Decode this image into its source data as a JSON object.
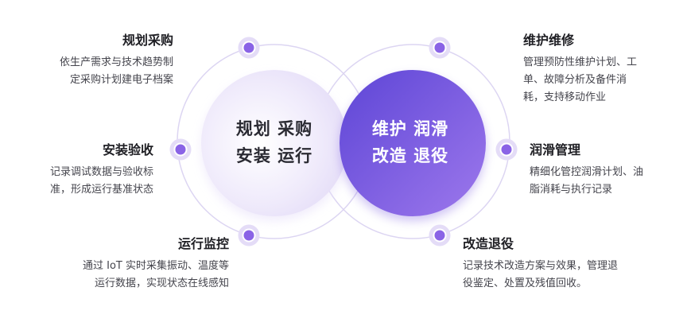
{
  "center": {
    "left_line1": "规划 采购",
    "left_line2": "安装 运行",
    "right_line1": "维护 润滑",
    "right_line2": "改造 退役"
  },
  "stages": [
    {
      "title": "规划采购",
      "desc_line1": "依生产需求与技术趋势制",
      "desc_line2": "定采购计划建电子档案"
    },
    {
      "title": "安装验收",
      "desc_line1": "记录调试数据与验收标",
      "desc_line2": "准，形成运行基准状态"
    },
    {
      "title": "运行监控",
      "desc_line1": "通过 IoT 实时采集振动、温度等",
      "desc_line2": "运行数据，实现状态在线感知"
    },
    {
      "title": "维护维修",
      "desc_line1": "管理预防性维护计划、工",
      "desc_line2": "单、故障分析及备件消",
      "desc_line3": "耗，支持移动作业"
    },
    {
      "title": "润滑管理",
      "desc_line1": "精细化管控润滑计划、油",
      "desc_line2": "脂消耗与执行记录"
    },
    {
      "title": "改造退役",
      "desc_line1": "记录技术改造方案与效果，管理退",
      "desc_line2": "役鉴定、处置及残值回收。"
    }
  ],
  "colors": {
    "accent": "#8a63e6",
    "accent_dark": "#6a47d9",
    "ring": "#d9d2f1",
    "light_circle": "#f0ecfb"
  }
}
